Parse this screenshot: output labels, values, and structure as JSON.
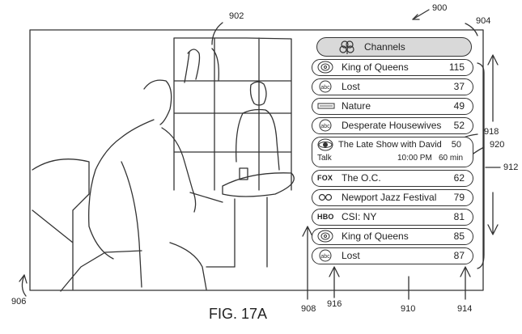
{
  "figure": {
    "caption": "FIG. 17A",
    "refs": {
      "r900": "900",
      "r902": "902",
      "r904": "904",
      "r906": "906",
      "r908": "908",
      "r910": "910",
      "r912": "912",
      "r914": "914",
      "r916": "916",
      "r918": "918",
      "r920": "920"
    }
  },
  "guide": {
    "header": "Channels",
    "header_icon": "channels-flower-icon",
    "rows": [
      {
        "logo": "nbc-peacock-icon",
        "title": "King of Queens",
        "number": "115"
      },
      {
        "logo": "abc-logo",
        "title": "Lost",
        "number": "37"
      },
      {
        "logo": "discovery-logo",
        "title": "Nature",
        "number": "49"
      },
      {
        "logo": "abc-logo",
        "title": "Desperate Housewives",
        "number": "52"
      },
      {
        "logo": "cbs-eye-icon",
        "title": "The Late Show with David",
        "number": "50",
        "genre": "Talk",
        "time": "10:00 PM",
        "duration": "60 min"
      },
      {
        "logo_text": "FOX",
        "title": "The O.C.",
        "number": "62"
      },
      {
        "logo": "pbs-logo",
        "title": "Newport Jazz Festival",
        "number": "79"
      },
      {
        "logo_text": "HBO",
        "title": "CSI: NY",
        "number": "81"
      },
      {
        "logo": "nbc-peacock-icon",
        "title": "King of Queens",
        "number": "85"
      },
      {
        "logo": "abc-logo",
        "title": "Lost",
        "number": "87"
      }
    ]
  },
  "colors": {
    "line": "#333333",
    "header_fill": "#d9d9d9"
  }
}
